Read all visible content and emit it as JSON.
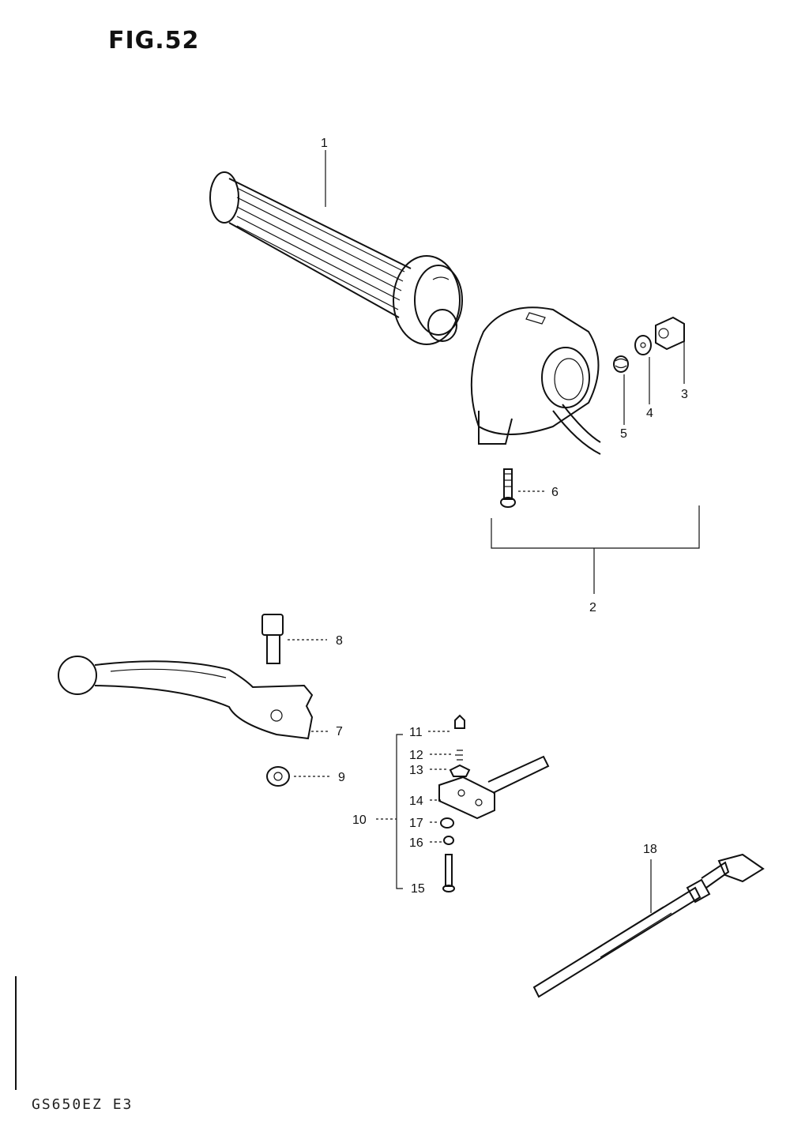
{
  "figure": {
    "title": "FIG.52",
    "footer_code": "GS650EZ  E3"
  },
  "callouts": [
    {
      "id": "1",
      "label": "1"
    },
    {
      "id": "2",
      "label": "2"
    },
    {
      "id": "3",
      "label": "3"
    },
    {
      "id": "4",
      "label": "4"
    },
    {
      "id": "5",
      "label": "5"
    },
    {
      "id": "6",
      "label": "6"
    },
    {
      "id": "7",
      "label": "7"
    },
    {
      "id": "8",
      "label": "8"
    },
    {
      "id": "9",
      "label": "9"
    },
    {
      "id": "10",
      "label": "10"
    },
    {
      "id": "11",
      "label": "11"
    },
    {
      "id": "12",
      "label": "12"
    },
    {
      "id": "13",
      "label": "13"
    },
    {
      "id": "14",
      "label": "14"
    },
    {
      "id": "15",
      "label": "15"
    },
    {
      "id": "16",
      "label": "16"
    },
    {
      "id": "17",
      "label": "17"
    },
    {
      "id": "18",
      "label": "18"
    }
  ]
}
